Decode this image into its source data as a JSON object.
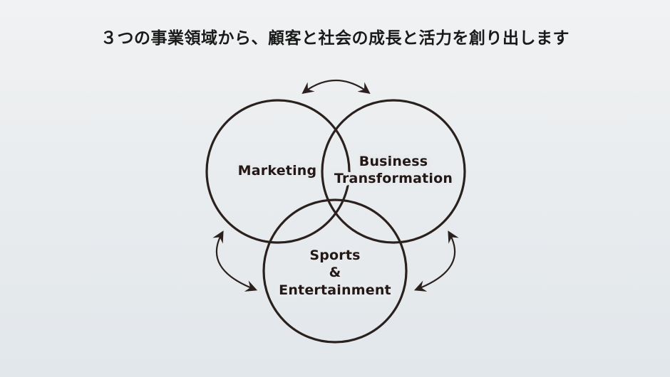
{
  "title": {
    "text": "３つの事業領域から、顧客と社会の成長と活力を創り出します"
  },
  "diagram": {
    "type": "venn-3-circles",
    "circles": [
      {
        "id": "marketing",
        "label_lines": [
          "Marketing"
        ]
      },
      {
        "id": "business-transformation",
        "label_lines": [
          "Business",
          "Transformation"
        ]
      },
      {
        "id": "sports-entertainment",
        "label_lines": [
          "Sports",
          "&",
          "Entertainment"
        ]
      }
    ],
    "arrows": [
      {
        "name": "bidirectional-arrow-top",
        "between": [
          "marketing",
          "business-transformation"
        ]
      },
      {
        "name": "bidirectional-arrow-left",
        "between": [
          "marketing",
          "sports-entertainment"
        ]
      },
      {
        "name": "bidirectional-arrow-right",
        "between": [
          "business-transformation",
          "sports-entertainment"
        ]
      }
    ],
    "colors": {
      "line": "#2a211f",
      "label_text": "#231815",
      "title_text": "#1a1a1a",
      "background_top": "#f1f2f3",
      "background_bottom": "#e2e7eb"
    }
  }
}
